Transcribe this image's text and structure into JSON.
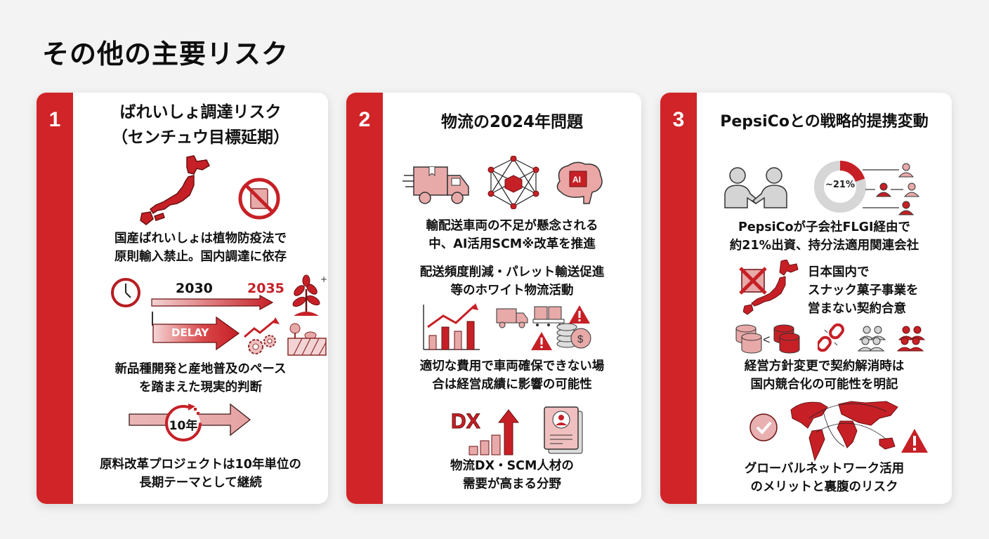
{
  "page": {
    "title": "その他の主要リスク"
  },
  "colors": {
    "accent_red": "#d02428",
    "light_red": "#e8a9a9",
    "gray_icon": "#cfcfcf",
    "background": "#f3f3f3",
    "card": "#ffffff"
  },
  "cards": [
    {
      "number": "1",
      "title_line1": "ばれいしょ調達リスク",
      "title_line2": "（センチュウ目標延期）",
      "sections": [
        {
          "icons": [
            "japan-map-icon",
            "no-snack-bag-icon"
          ],
          "text_line1": "国産ばれいしょは植物防疫法で",
          "text_line2": "原則輸入禁止。国内調達に依存"
        },
        {
          "icons": [
            "clock-icon",
            "arrow-icon",
            "delay-arrow-icon",
            "plant-sprout-icon",
            "gears-trend-icon",
            "farm-field-icon"
          ],
          "labels": {
            "year_original": "2030",
            "year_new": "2035",
            "delay": "DELAY"
          },
          "text_line1": "新品種開発と産地普及のペース",
          "text_line2": "を踏まえた現実的判断"
        },
        {
          "icons": [
            "cycle-10-years-icon",
            "long-arrow-icon"
          ],
          "labels": {
            "cycle": "10年"
          },
          "text_line1": "原料改革プロジェクトは10年単位の",
          "text_line2": "長期テーマとして継続"
        }
      ]
    },
    {
      "number": "2",
      "title_line1": "物流の2024年問題",
      "sections": [
        {
          "icons": [
            "delivery-truck-icon",
            "network-cube-icon",
            "ai-brain-icon"
          ],
          "labels": {
            "ai": "AI"
          },
          "text_line1": "輸配送車両の不足が懸念される",
          "text_line2": "中、AI活用SCM※改革を推進"
        },
        {
          "text_line1": "配送頻度削減・パレット輸送促進",
          "text_line2": "等のホワイト物流活動"
        },
        {
          "icons": [
            "rising-bar-chart-icon",
            "truck-icon",
            "pallet-boxes-icon",
            "coins-dollar-icon",
            "warning-icon"
          ],
          "text_line1": "適切な費用で車両確保できない場",
          "text_line2": "合は経営成績に影響の可能性"
        },
        {
          "icons": [
            "dx-growth-icon",
            "resume-profile-icon"
          ],
          "labels": {
            "dx": "DX"
          },
          "text_line1": "物流DX・SCM人材の",
          "text_line2": "需要が高まる分野"
        }
      ]
    },
    {
      "number": "3",
      "title_line1": "PepsiCoとの戦略的提携変動",
      "sections": [
        {
          "icons": [
            "handshake-icon",
            "donut-share-icon",
            "people-network-icon"
          ],
          "labels": {
            "share": "~21%"
          },
          "text_line1": "PepsiCoが子会社FLGI経由で",
          "text_line2": "約21%出資、持分法適用関連会社"
        },
        {
          "icons": [
            "no-snack-bag-icon",
            "japan-map-icon"
          ],
          "text_line1": "日本国内で",
          "text_line2": "スナック菓子事業を",
          "text_line3": "営まない契約合意"
        },
        {
          "icons": [
            "database-compare-icon",
            "broken-link-icon",
            "gray-group-icon",
            "red-group-icon"
          ],
          "labels": {
            "compare": "<"
          },
          "text_line1": "経営方針変更で契約解消時は",
          "text_line2": "国内競合化の可能性を明記"
        },
        {
          "icons": [
            "check-circle-icon",
            "world-map-icon",
            "warning-icon"
          ],
          "text_line1": "グローバルネットワーク活用",
          "text_line2": "のメリットと裏腹のリスク"
        }
      ]
    }
  ]
}
